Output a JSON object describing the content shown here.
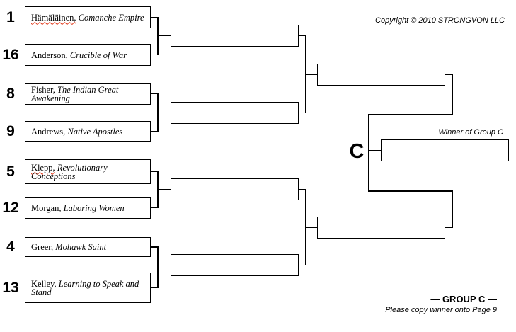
{
  "page": {
    "copyright": "Copyright © 2010 STRONGVON LLC",
    "group_letter": "C",
    "winner_label": "Winner of Group C",
    "group_footer": "— GROUP C —",
    "footer_note": "Please copy winner onto Page 9"
  },
  "bracket": {
    "entries": [
      {
        "seed": "1",
        "author": "Hämäläinen,",
        "title": "Comanche Empire",
        "spellcheck_flagged": true
      },
      {
        "seed": "16",
        "author": "Anderson,",
        "title": "Crucible of War",
        "spellcheck_flagged": false
      },
      {
        "seed": "8",
        "author": "Fisher,",
        "title": "The Indian Great Awakening",
        "spellcheck_flagged": false
      },
      {
        "seed": "9",
        "author": "Andrews,",
        "title": "Native Apostles",
        "spellcheck_flagged": false
      },
      {
        "seed": "5",
        "author": "Klepp,",
        "title": "Revolutionary Conceptions",
        "spellcheck_flagged": true
      },
      {
        "seed": "12",
        "author": "Morgan,",
        "title": "Laboring Women",
        "spellcheck_flagged": false
      },
      {
        "seed": "4",
        "author": "Greer,",
        "title": "Mohawk Saint",
        "spellcheck_flagged": false
      },
      {
        "seed": "13",
        "author": "Kelley,",
        "title": "Learning to Speak and Stand",
        "spellcheck_flagged": false
      }
    ]
  }
}
